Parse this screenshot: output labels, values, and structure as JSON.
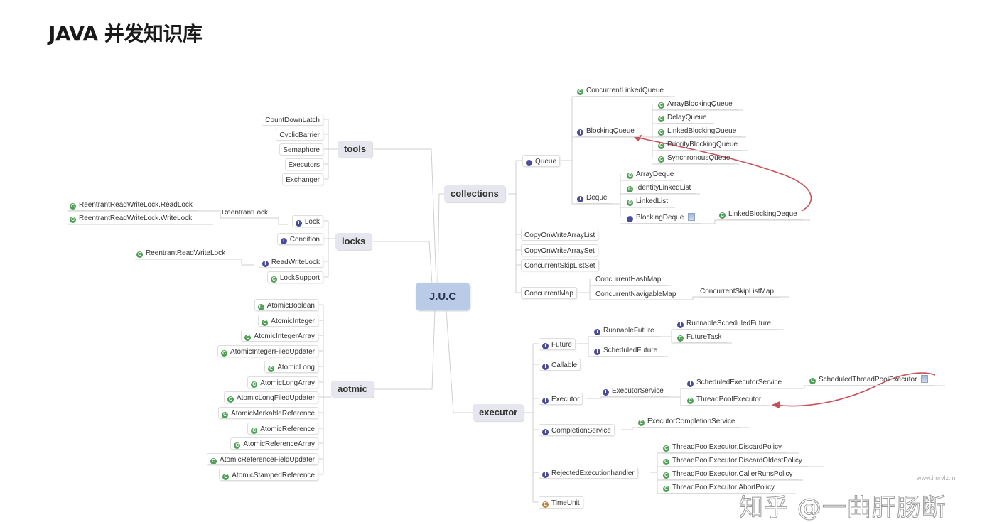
{
  "title": "JAVA 并发知识库",
  "mindmap": {
    "center": "J.U.C",
    "tools": {
      "label": "tools",
      "items": [
        {
          "text": "CountDownLatch"
        },
        {
          "text": "CyclicBarrier"
        },
        {
          "text": "Semaphore"
        },
        {
          "text": "Executors"
        },
        {
          "text": "Exchanger"
        }
      ]
    },
    "locks": {
      "label": "locks",
      "items": [
        {
          "text": "Lock",
          "icon": "interface"
        },
        {
          "text": "Condition",
          "icon": "interface"
        },
        {
          "text": "ReadWriteLock",
          "icon": "interface"
        },
        {
          "text": "LockSupport",
          "icon": "class"
        }
      ],
      "lock_impl": {
        "text": "ReentrantLock"
      },
      "lock_impl_children": [
        {
          "text": "ReentrantReadWriteLock.ReadLock",
          "icon": "class"
        },
        {
          "text": "ReentrantReadWriteLock.WriteLock",
          "icon": "class"
        }
      ],
      "rwlock_impl": {
        "text": "ReentrantReadWriteLock",
        "icon": "class"
      }
    },
    "atomic": {
      "label": "aotmic",
      "items": [
        {
          "text": "AtomicBoolean",
          "icon": "class"
        },
        {
          "text": "AtomicInteger",
          "icon": "class"
        },
        {
          "text": "AtomicIntegerArray",
          "icon": "class"
        },
        {
          "text": "AtomicIntegerFiledUpdater",
          "icon": "class"
        },
        {
          "text": "AtomicLong",
          "icon": "class"
        },
        {
          "text": "AtomicLongArray",
          "icon": "class"
        },
        {
          "text": "AtomicLongFiledUpdater",
          "icon": "class"
        },
        {
          "text": "AtomicMarkableReference",
          "icon": "class"
        },
        {
          "text": "AtomicReference",
          "icon": "class"
        },
        {
          "text": "AtomicReferenceArray",
          "icon": "class"
        },
        {
          "text": "AtomicReferenceFieldUpdater",
          "icon": "class"
        },
        {
          "text": "AtomicStampedReference",
          "icon": "class"
        }
      ]
    },
    "collections": {
      "label": "collections",
      "queue": {
        "text": "Queue",
        "icon": "interface"
      },
      "queue_children": [
        {
          "text": "ConcurrentLinkedQueue",
          "icon": "class"
        },
        {
          "text": "BlockingQueue",
          "icon": "interface"
        },
        {
          "text": "Deque",
          "icon": "interface"
        }
      ],
      "blocking_queues": [
        {
          "text": "ArrayBlockingQueue",
          "icon": "class"
        },
        {
          "text": "DelayQueue",
          "icon": "class"
        },
        {
          "text": "LinkedBlockingQueue",
          "icon": "class"
        },
        {
          "text": "PriorityBlockingQueue",
          "icon": "class"
        },
        {
          "text": "SynchronousQueue",
          "icon": "class"
        }
      ],
      "deques": [
        {
          "text": "ArrayDeque",
          "icon": "class"
        },
        {
          "text": "IdentityLinkedList",
          "icon": "class"
        },
        {
          "text": "LinkedList",
          "icon": "class"
        },
        {
          "text": "BlockingDeque",
          "icon": "interface",
          "note": true
        }
      ],
      "blocking_deque_impl": {
        "text": "LinkedBlockingDeque",
        "icon": "class"
      },
      "others": [
        {
          "text": "CopyOnWriteArrayList"
        },
        {
          "text": "CopyOnWriteArraySet"
        },
        {
          "text": "ConcurrentSkipListSet"
        },
        {
          "text": "ConcurrentMap"
        }
      ],
      "maps": [
        {
          "text": "ConcurrentHashMap"
        },
        {
          "text": "ConcurrentNavigableMap"
        }
      ],
      "navigable_map_impl": {
        "text": "ConcurrentSkipListMap"
      }
    },
    "executor": {
      "label": "executor",
      "items": [
        {
          "text": "Future",
          "icon": "interface"
        },
        {
          "text": "Callable",
          "icon": "interface"
        },
        {
          "text": "Executor",
          "icon": "interface"
        },
        {
          "text": "CompletionService",
          "icon": "interface"
        },
        {
          "text": "RejectedExecutionhandler",
          "icon": "interface"
        },
        {
          "text": "TimeUnit",
          "icon": "enum"
        }
      ],
      "futures": [
        {
          "text": "RunnableFuture",
          "icon": "interface"
        },
        {
          "text": "ScheduledFuture",
          "icon": "interface"
        }
      ],
      "runnable_futures": [
        {
          "text": "RunnableScheduledFuture",
          "icon": "interface"
        },
        {
          "text": "FutureTask",
          "icon": "class"
        }
      ],
      "executor_service": {
        "text": "ExecutorService",
        "icon": "interface"
      },
      "executor_service_children": [
        {
          "text": "ScheduledExecutorService",
          "icon": "interface"
        },
        {
          "text": "ThreadPoolExecutor",
          "icon": "class"
        }
      ],
      "scheduled_impl": {
        "text": "ScheduledThreadPoolExecutor",
        "icon": "class",
        "note": true
      },
      "completion_impl": {
        "text": "ExecutorCompletionService",
        "icon": "class"
      },
      "policies": [
        {
          "text": "ThreadPoolExecutor.DiscardPolicy",
          "icon": "class"
        },
        {
          "text": "ThreadPoolExecutor.DiscardOldestPolicy",
          "icon": "class"
        },
        {
          "text": "ThreadPoolExecutor.CallerRunsPolicy",
          "icon": "class"
        },
        {
          "text": "ThreadPoolExecutor.AbortPolicy",
          "icon": "class"
        }
      ]
    }
  },
  "icon_letters": {
    "class": "C",
    "interface": "I",
    "enum": "E"
  },
  "colors": {
    "class_icon": "#4f9e55",
    "interface_icon": "#4a4a9a",
    "enum_icon": "#c47d3b",
    "center": "#b9cbe6",
    "arrow": "#c8505a"
  },
  "watermark": "知乎 @一曲肝肠断",
  "site_mark": "www.imrvlz.in"
}
